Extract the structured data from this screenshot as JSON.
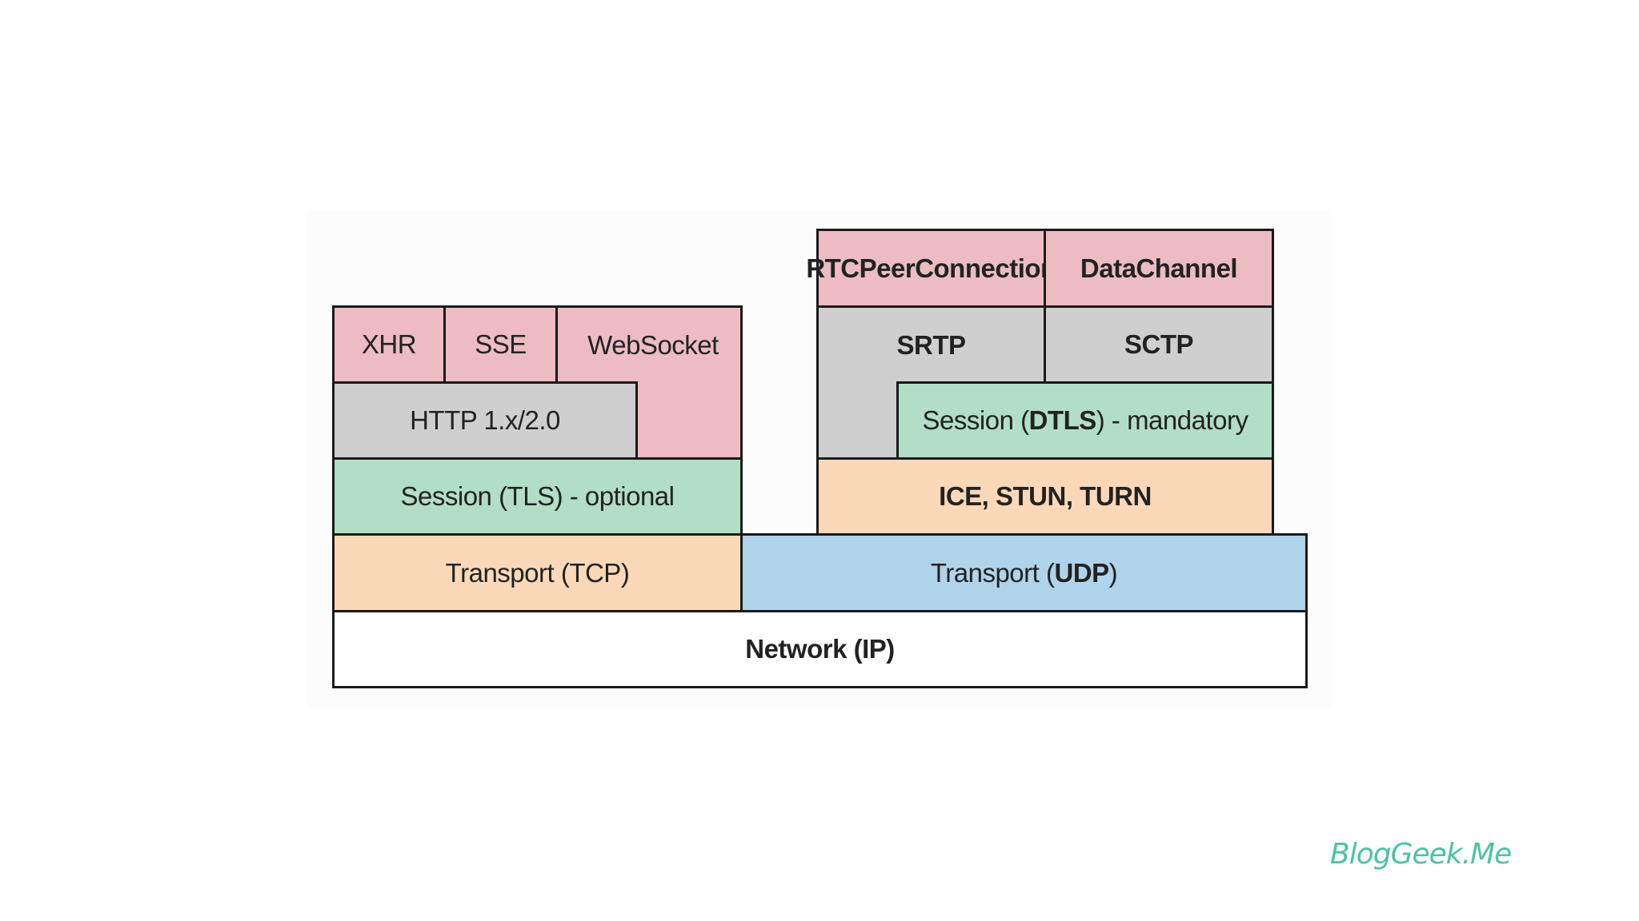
{
  "diagram": {
    "left_stack": {
      "xhr": "XHR",
      "sse": "SSE",
      "websocket": "WebSocket",
      "http": "HTTP 1.x/2.0",
      "session_tls": "Session (TLS) - optional",
      "transport_tcp": "Transport (TCP)"
    },
    "right_stack": {
      "rtcpeerconnection": "RTCPeerConnection",
      "datachannel": "DataChannel",
      "srtp": "SRTP",
      "sctp": "SCTP",
      "session_dtls": {
        "pre": "Session (",
        "bold": "DTLS",
        "post": ") - mandatory"
      },
      "ice": "ICE, STUN, TURN",
      "transport_udp": {
        "pre": "Transport (",
        "bold": "UDP",
        "post": ")"
      }
    },
    "network": "Network (IP)",
    "colors": {
      "application": "#ecbcc2",
      "protocol": "#cfcfcf",
      "session": "#b2dec6",
      "transport_tcp_ice": "#fbd9b8",
      "transport_udp": "#afd3ea",
      "network": "#ffffff"
    }
  },
  "watermark": {
    "logo": "BlogGeek.Me",
    "color": "#4cc4a0"
  }
}
